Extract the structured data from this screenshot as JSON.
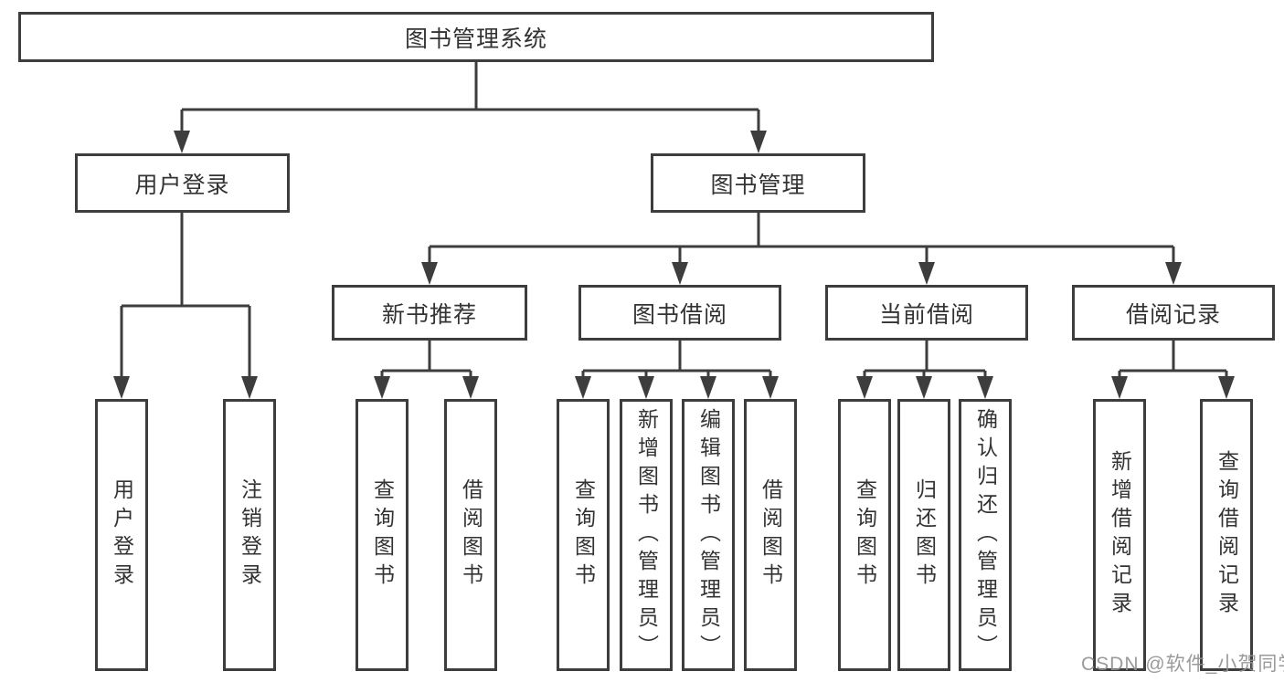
{
  "diagram_title": "图书管理系统",
  "nodes": {
    "root": {
      "label": "图书管理系统"
    },
    "user_login": {
      "label": "用户登录"
    },
    "book_mgmt": {
      "label": "图书管理"
    },
    "new_book_rec": {
      "label": "新书推荐"
    },
    "book_borrow": {
      "label": "图书借阅"
    },
    "current_borrow": {
      "label": "当前借阅"
    },
    "borrow_records": {
      "label": "借阅记录"
    },
    "login_leaf": {
      "label": "用户登录"
    },
    "logout_leaf": {
      "label": "注销登录"
    },
    "rec_query": {
      "label": "查询图书"
    },
    "rec_borrow": {
      "label": "借阅图书"
    },
    "bb_query": {
      "label": "查询图书"
    },
    "bb_add": {
      "label": "新增图书（管理员）"
    },
    "bb_edit": {
      "label": "编辑图书（管理员）"
    },
    "bb_borrow": {
      "label": "借阅图书"
    },
    "cb_query": {
      "label": "查询图书"
    },
    "cb_return": {
      "label": "归还图书"
    },
    "cb_confirm": {
      "label": "确认归还（管理员）"
    },
    "br_add": {
      "label": "新增借阅记录"
    },
    "br_query": {
      "label": "查询借阅记录"
    }
  },
  "hierarchy": {
    "root": "图书管理系统",
    "children": [
      {
        "label": "用户登录",
        "children": [
          "用户登录",
          "注销登录"
        ]
      },
      {
        "label": "图书管理",
        "children": [
          {
            "label": "新书推荐",
            "children": [
              "查询图书",
              "借阅图书"
            ]
          },
          {
            "label": "图书借阅",
            "children": [
              "查询图书",
              "新增图书（管理员）",
              "编辑图书（管理员）",
              "借阅图书"
            ]
          },
          {
            "label": "当前借阅",
            "children": [
              "查询图书",
              "归还图书",
              "确认归还（管理员）"
            ]
          },
          {
            "label": "借阅记录",
            "children": [
              "新增借阅记录",
              "查询借阅记录"
            ]
          }
        ]
      }
    ]
  },
  "colors": {
    "line": "#3d3d3d",
    "text": "#333333",
    "box_background": "#ffffff",
    "watermark": "#919191"
  },
  "watermark": {
    "text": "CSDN @软件_小贺同学"
  }
}
